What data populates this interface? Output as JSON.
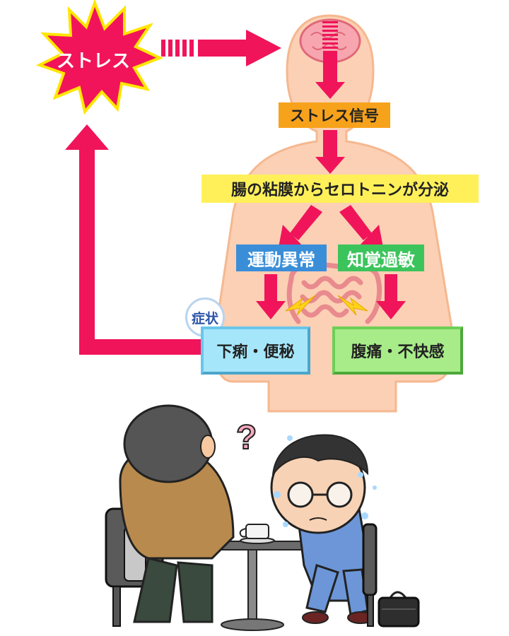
{
  "stress": "ストレス",
  "signal": "ストレス信号",
  "secretion": "腸の粘膜からセロトニンが分泌",
  "motility": "運動異常",
  "perception": "知覚過敏",
  "symptom_badge": "症状",
  "symptom_left": "下痢・便秘",
  "symptom_right": "腹痛・不快感",
  "colors": {
    "arrow": "#f0145a",
    "body_fill": "#fcd0b4",
    "body_stroke": "#f5b890",
    "stress_burst": "#f2145a",
    "stress_burst_outline": "#ffe600",
    "signal_box": "#f7a21b",
    "secretion_box": "#fff05a",
    "motility_box": "#3a8ed8",
    "perception_box": "#3cc45c",
    "symptom_left_box": "#a6e6fa",
    "symptom_right_box": "#a8ec8a"
  }
}
